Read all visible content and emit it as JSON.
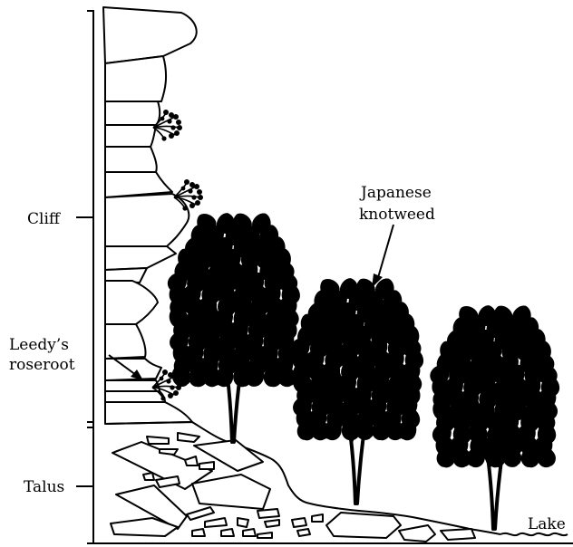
{
  "labels": {
    "cliff": "Cliff",
    "talus": "Talus",
    "roseroot_line1": "Leedy’s",
    "roseroot_line2": "roseroot",
    "knotweed_line1": "Japanese",
    "knotweed_line2": "knotweed",
    "lake": "Lake"
  },
  "colors": {
    "ink": "#000000",
    "background": "#ffffff"
  },
  "icons": [
    "roseroot-plant-icon",
    "knotweed-tree-icon"
  ]
}
